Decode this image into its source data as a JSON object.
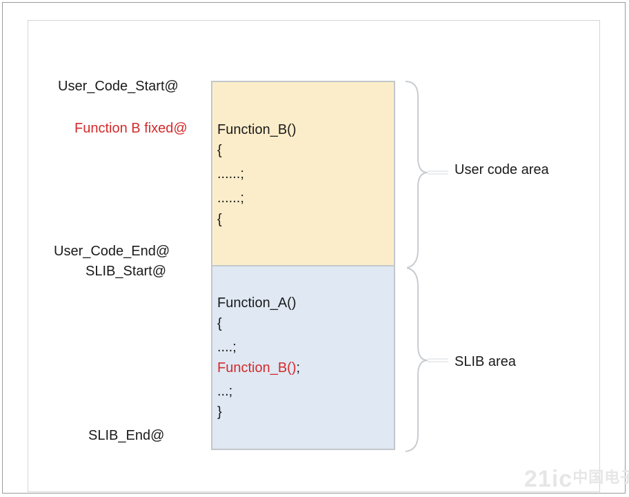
{
  "addresses": {
    "user_code_start": "User_Code_Start@",
    "function_b_fixed": "Function B fixed@",
    "user_code_end": "User_Code_End@",
    "slib_start": "SLIB_Start@",
    "slib_end": "SLIB_End@"
  },
  "user_block": {
    "lines": [
      "Function_B()",
      "{",
      "......;",
      "......;",
      "{"
    ]
  },
  "slib_block": {
    "line1": "Function_A()",
    "line2": "{",
    "line3": "....;",
    "call": "Function_B()",
    "call_suffix": ";",
    "line5": "...;",
    "line6": "}"
  },
  "areas": {
    "user_code_area": "User code area",
    "slib_area": "SLIB area"
  },
  "watermark": {
    "main": "21ic",
    "cn": "中国电子网"
  },
  "colors": {
    "highlight_red": "#d42a2a",
    "user_block_fill": "#fcedca",
    "slib_block_fill": "#dfe8f3"
  }
}
